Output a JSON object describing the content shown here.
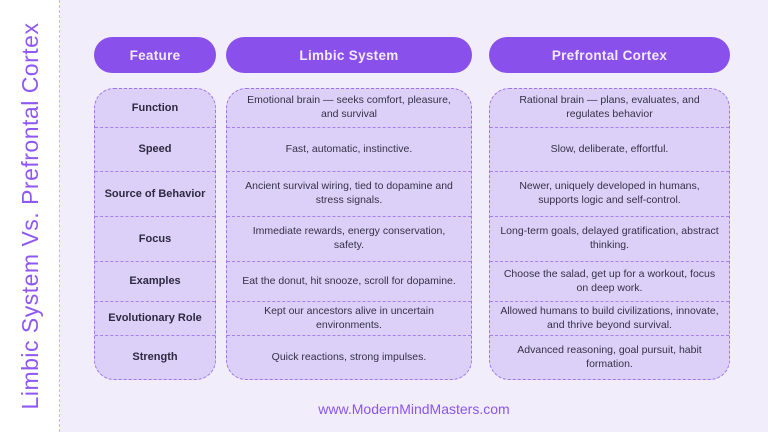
{
  "page": {
    "vertical_title": "Limbic System Vs. Prefrontal Cortex",
    "footer_url": "www.ModernMindMasters.com",
    "colors": {
      "accent_pill": "#8A50EC",
      "pill_text": "#F2EAFF",
      "main_background": "#F1EDFA",
      "sidebar_background": "#FFFFFF",
      "cell_background": "#DDD0F8",
      "dashed_border": "#9D74EC",
      "vertical_title_color": "#9058F2",
      "footer_url_color": "#8A55F0"
    }
  },
  "table": {
    "headers": {
      "feature": "Feature",
      "limbic": "Limbic System",
      "prefrontal": "Prefrontal Cortex"
    },
    "rows": [
      {
        "feature": "Function",
        "limbic": "Emotional brain — seeks comfort, pleasure, and survival",
        "prefrontal": "Rational brain — plans, evaluates, and regulates behavior"
      },
      {
        "feature": "Speed",
        "limbic": "Fast, automatic, instinctive.",
        "prefrontal": "Slow, deliberate, effortful."
      },
      {
        "feature": "Source of Behavior",
        "limbic": "Ancient survival wiring, tied to dopamine and stress signals.",
        "prefrontal": "Newer, uniquely developed in humans, supports logic and self-control."
      },
      {
        "feature": "Focus",
        "limbic": "Immediate rewards, energy conservation, safety.",
        "prefrontal": "Long-term goals, delayed gratification, abstract thinking."
      },
      {
        "feature": "Examples",
        "limbic": "Eat the donut, hit snooze, scroll for dopamine.",
        "prefrontal": "Choose the salad, get up for a workout, focus on deep work."
      },
      {
        "feature": "Evolutionary Role",
        "limbic": "Kept our ancestors alive in uncertain environments.",
        "prefrontal": "Allowed humans to build civilizations, innovate, and thrive beyond survival."
      },
      {
        "feature": "Strength",
        "limbic": "Quick reactions, strong impulses.",
        "prefrontal": "Advanced reasoning, goal pursuit, habit formation."
      }
    ]
  }
}
